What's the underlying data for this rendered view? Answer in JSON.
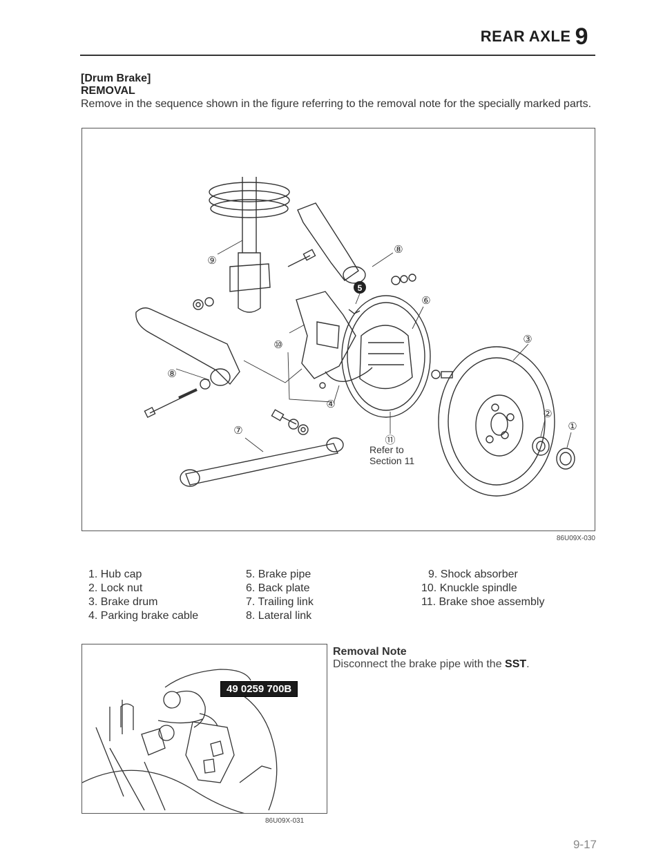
{
  "header": {
    "title": "REAR AXLE",
    "chapter": "9"
  },
  "section": {
    "title": "[Drum Brake]",
    "subtitle": "REMOVAL",
    "intro": "Remove in the sequence shown in the figure referring to the removal note for the specially marked parts."
  },
  "figure1": {
    "code": "86U09X-030",
    "callouts": [
      "①",
      "②",
      "③",
      "④",
      "5",
      "⑥",
      "⑦",
      "⑧",
      "⑧",
      "⑨",
      "⑩",
      "⑪"
    ],
    "refer_line1": "Refer to",
    "refer_line2": "Section 11"
  },
  "legend": [
    "1. Hub cap",
    "2. Lock nut",
    "3. Brake drum",
    "4. Parking brake cable",
    "5. Brake pipe",
    "6. Back plate",
    "7. Trailing link",
    "8. Lateral link",
    "9. Shock absorber",
    "10. Knuckle spindle",
    "11. Brake shoe assembly"
  ],
  "figure2": {
    "code": "86U09X-031",
    "sst_label": "49 0259 700B"
  },
  "removal_note": {
    "title": "Removal Note",
    "text_prefix": "Disconnect the brake pipe with the ",
    "text_bold": "SST",
    "text_suffix": "."
  },
  "page_number": "9-17"
}
